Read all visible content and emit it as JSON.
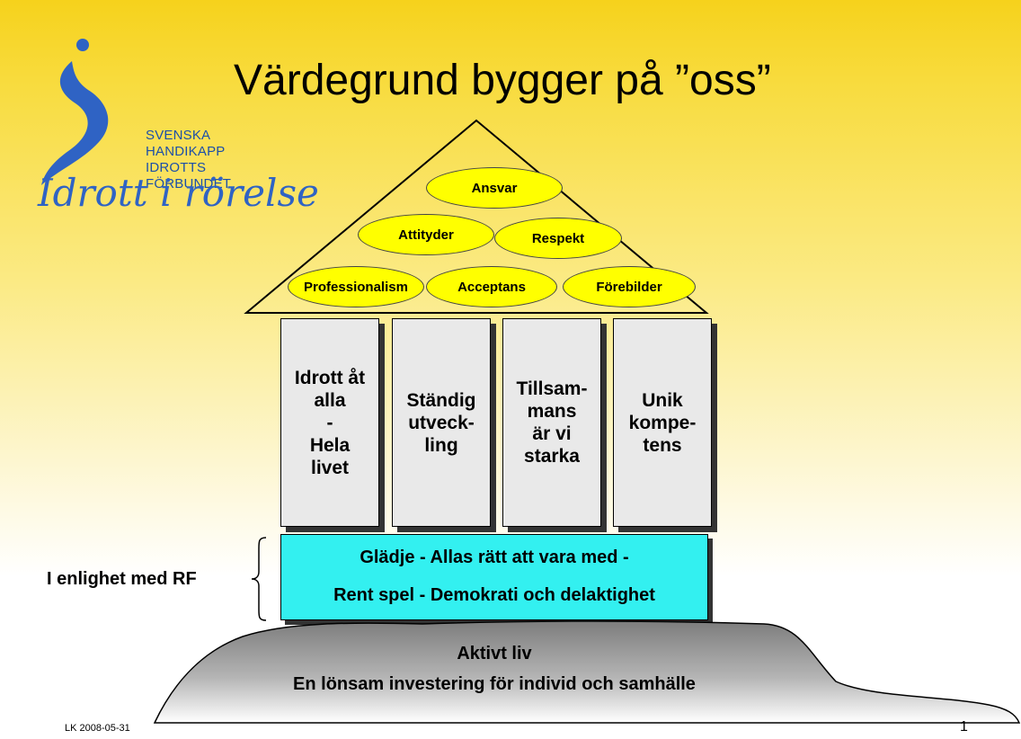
{
  "slide": {
    "title": "Värdegrund bygger på ”oss”",
    "logo": {
      "name_lines": [
        "SVENSKA",
        "HANDIKAPP",
        "IDROTTS",
        "FÖRBUNDET"
      ],
      "tagline": "Idrott i rörelse",
      "icon": "swoosh-person-icon",
      "color": "#2f63c4"
    },
    "roof": {
      "ovals": [
        "Ansvar",
        "Attityder",
        "Respekt",
        "Professionalism",
        "Acceptans",
        "Förebilder"
      ]
    },
    "pillars": [
      "Idrott åt\nalla\n-\nHela\nlivet",
      "Ständig\nutveck-\nling",
      "Tillsam-\nmans\när vi\nstarka",
      "Unik\nkompe-\ntens"
    ],
    "base": {
      "line1": "Glädje - Allas rätt att vara med -",
      "line2": "Rent spel - Demokrati och delaktighet"
    },
    "side_label": "I enlighet med RF",
    "ground": {
      "line1": "Aktivt liv",
      "line2": "En lönsam investering för individ och samhälle"
    },
    "footer": {
      "left": "LK 2008-05-31",
      "page_number": "1"
    },
    "colors": {
      "background_top": "#f6d21c",
      "oval_fill": "#ffff00",
      "pillar_fill": "#e9e9e9",
      "base_fill": "#33f0f0",
      "ground_fill": "#9a9a9a"
    }
  }
}
